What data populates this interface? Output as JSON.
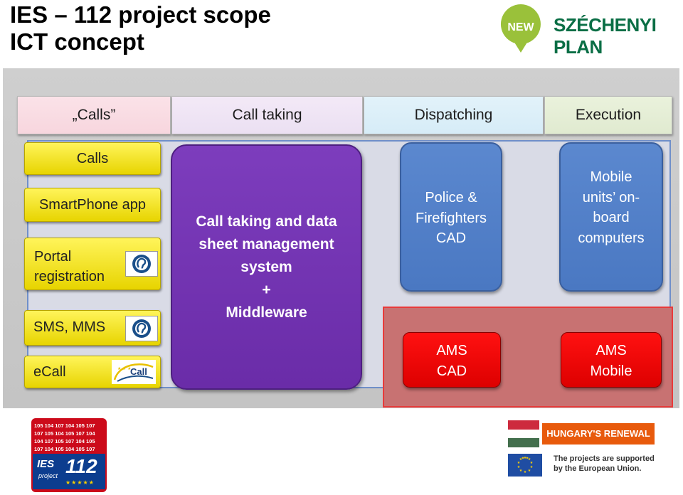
{
  "title": {
    "line1": "IES – 112 project scope",
    "line2": "ICT concept"
  },
  "top_logo": {
    "badge": "NEW",
    "brand": "SZÉCHENYI PLAN"
  },
  "headers": [
    "„Calls”",
    "Call taking",
    "Dispatching",
    "Execution"
  ],
  "calls": {
    "heading": "Calls",
    "smartphone": "SmartPhone app",
    "portal": [
      "Portal",
      "registration"
    ],
    "sms": "SMS, MMS",
    "ecall": "eCall",
    "ecall_logo_text": "Call"
  },
  "call_taking_box": [
    "Call taking and data",
    "sheet management",
    "system",
    "+",
    "Middleware"
  ],
  "police_box": [
    "Police &",
    "Firefighters",
    "CAD"
  ],
  "mobile_box": [
    "Mobile",
    "units’ on-",
    "board",
    "computers"
  ],
  "ams_cad": [
    "AMS",
    "CAD"
  ],
  "ams_mobile": [
    "AMS",
    "Mobile"
  ],
  "ies_logo": {
    "rows": [
      "105 104 107 104 105 107",
      "107 105 104 105 107 104",
      "104 107 105 107 104 105",
      "107 104 105 104 105 107"
    ],
    "name": "IES",
    "sub": "project",
    "number": "112"
  },
  "hungary_logo": {
    "renewal": "HUNGARY'S RENEWAL",
    "eu_text": [
      "The projects are supported",
      "by the European Union."
    ]
  },
  "colors": {
    "yellow": "#fff45a",
    "purple": "#7d3dbd",
    "blue": "#5b88cf",
    "red": "#ff1111"
  }
}
